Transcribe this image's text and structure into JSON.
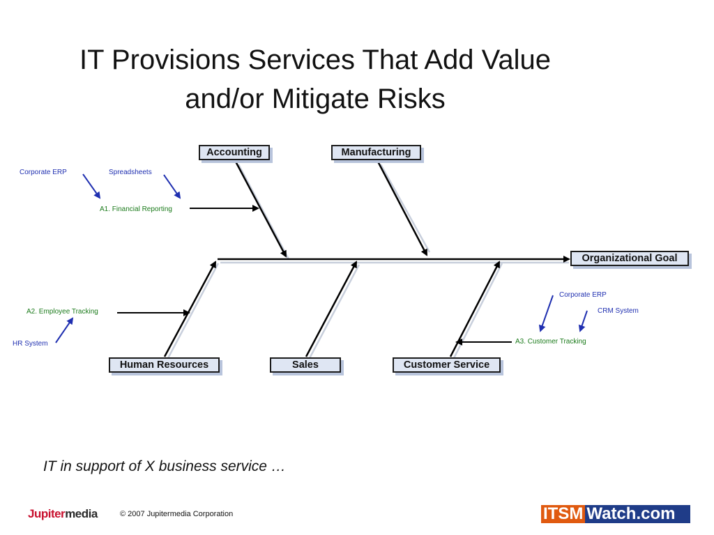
{
  "title": {
    "line1": "IT Provisions Services That Add Value",
    "line2": "and/or Mitigate Risks"
  },
  "diagram": {
    "categories": {
      "accounting": "Accounting",
      "manufacturing": "Manufacturing",
      "goal": "Organizational Goal",
      "human_resources": "Human Resources",
      "sales": "Sales",
      "customer_service": "Customer Service"
    },
    "services": {
      "a1": "A1. Financial Reporting",
      "a2": "A2.  Employee Tracking",
      "a3": "A3.  Customer Tracking"
    },
    "systems": {
      "a1_erp": "Corporate ERP",
      "a1_spreadsheets": "Spreadsheets",
      "a2_hr": "HR System",
      "a3_erp": "Corporate ERP",
      "a3_crm": "CRM System"
    },
    "colors": {
      "system_label": "#1f2fb0",
      "service_label": "#1a7a1a",
      "box_fill": "#dfe6f3",
      "box_shadow": "#b8c4dc"
    }
  },
  "caption": "IT in support of X business service …",
  "footer": {
    "left_logo_jupiter": "Jupiter",
    "left_logo_media": "media",
    "copyright": "© 2007 Jupitermedia Corporation",
    "right_logo_itsm": "ITSM",
    "right_logo_watch": "Watch.com"
  }
}
